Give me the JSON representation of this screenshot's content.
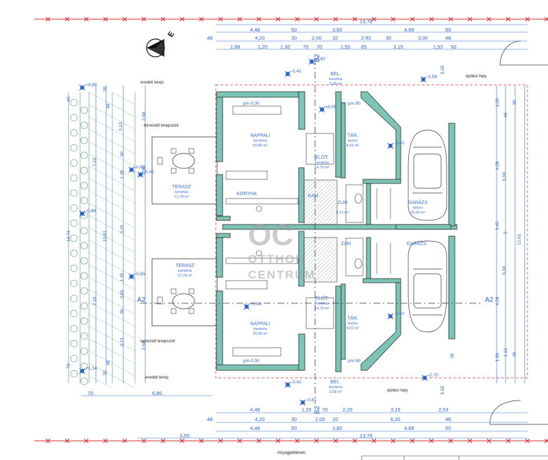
{
  "top_dims": {
    "total": "13,76",
    "row1": [
      "4,48",
      "50",
      "3,60",
      "4,68",
      "50"
    ],
    "row2": [
      "48",
      "4,20",
      "30",
      "2,00",
      "10",
      "2,90",
      "30",
      "3,00",
      "48"
    ],
    "row3": [
      "1,98",
      "1,20",
      "1,30",
      "70",
      "70",
      "1,55",
      "65",
      "3,15",
      "1,53",
      "50"
    ]
  },
  "bottom_dims": {
    "total": "13,76",
    "row1": [
      "4,48",
      "1,20",
      "70",
      "2,20",
      "3,15",
      "2,03"
    ],
    "row2": [
      "48",
      "4,20",
      "30",
      "2,00",
      "10",
      "6,20",
      "48"
    ],
    "row3": [
      "4,48",
      "50",
      "3,60",
      "4,68",
      "50"
    ],
    "left": [
      "3,55"
    ],
    "side": [
      "70",
      "6,80"
    ]
  },
  "left_dims": [
    "40",
    "3,13",
    "2,68",
    "7,10",
    "90",
    "1,35",
    "3,00",
    "14,74",
    "15,81",
    "3,25",
    "3,80",
    "1,35",
    "7,10",
    "90",
    "3,13",
    "2,68",
    "70",
    "48",
    "48",
    "30",
    "30"
  ],
  "right_dims": [
    "5,65",
    "1,30",
    "48",
    "30",
    "4,58",
    "5,50",
    "3,45",
    "12,61",
    "5",
    "5,50",
    "4,58",
    "1,60",
    "1,12",
    "48",
    "5,65",
    "28"
  ],
  "levels": [
    "+0,85",
    "-0,65",
    "-0,42",
    "-0,98",
    "-0,65",
    "+1,14",
    "-0,42",
    "-0,58",
    "-0,60",
    "-0,40",
    "-0,40",
    "-0,70",
    "-0,42",
    "-0,81",
    "+0,48",
    "±0,00"
  ],
  "rooms": [
    {
      "name": "NAPPALI",
      "mat": "kerámia",
      "area": "16,80 m²"
    },
    {
      "name": "TERASZ",
      "mat": "kerámia",
      "area": "12,78 m²"
    },
    {
      "name": "ELŐT.",
      "mat": "kerámia",
      "area": "14,70 m²"
    },
    {
      "name": "BEL.",
      "mat": "kerámia",
      "area": "3,58 m²"
    },
    {
      "name": "TÁR.",
      "mat": "beton",
      "area": "4,02 m²"
    },
    {
      "name": "ZUH",
      "mat": "",
      "area": "4,12 m²"
    },
    {
      "name": "GARÁZS",
      "mat": "beton",
      "area": "25,06 m²"
    },
    {
      "name": "KONYHA",
      "mat": "",
      "area": ""
    },
    {
      "name": "KAM.",
      "mat": "",
      "area": ""
    },
    {
      "name": "NAPPALI",
      "mat": "kerámia",
      "area": "16,80 m²"
    },
    {
      "name": "TERASZ",
      "mat": "kerámia",
      "area": "12,78 m²"
    },
    {
      "name": "ELŐT.",
      "mat": "kerámia",
      "area": "14,70 m²"
    },
    {
      "name": "BEL.",
      "mat": "kerámia",
      "area": "3,58 m²"
    },
    {
      "name": "TÁR.",
      "mat": "beton",
      "area": "4,02 m²"
    },
    {
      "name": "ZUH",
      "mat": "",
      "area": ""
    },
    {
      "name": "GARÁZS",
      "mat": "",
      "area": ""
    }
  ],
  "notes": {
    "terrain_existing": "eredeti terep",
    "terrain_planned": "tervezett terepszint",
    "build_site": "építési hely",
    "materials": "Anyagjelölések:",
    "floor_level": "pm 0,00",
    "door_height": "pm 90"
  },
  "sections": {
    "a": "A2",
    "b": "B2"
  },
  "watermark": {
    "top": "OC",
    "line1": "OTTHON",
    "line2": "CENTRUM"
  },
  "colors": {
    "wall": "#7cc4b5",
    "grid": "#d62828",
    "dim": "#2a63c9",
    "line": "#2e2e2e"
  }
}
